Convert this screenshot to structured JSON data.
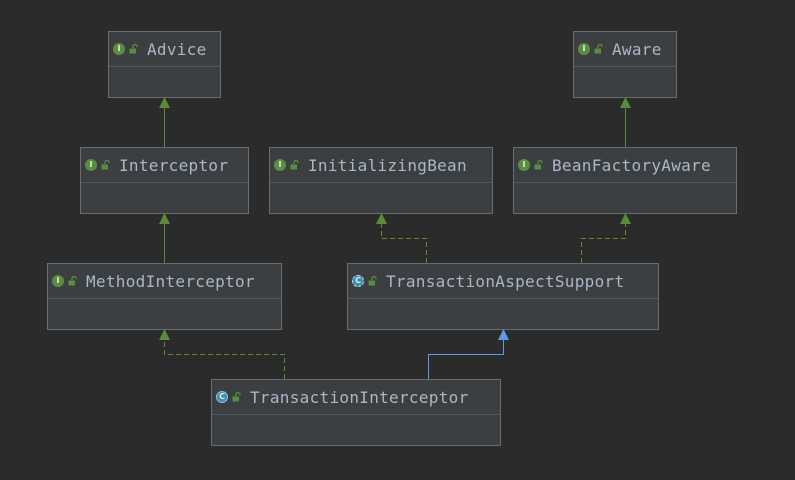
{
  "colors": {
    "background": "#2b2b2b",
    "node_fill": "#3c3f41",
    "node_border": "#6a6d70",
    "text": "#a9b7c6",
    "interface_edge": "#5a8a3a",
    "class_edge": "#5c9ce6",
    "interface_icon": "#5b8d3f",
    "class_icon": "#3d8eb0"
  },
  "nodes": {
    "advice": {
      "name": "Advice",
      "kind": "interface",
      "icon_letter": "I",
      "icon": "interface-icon"
    },
    "aware": {
      "name": "Aware",
      "kind": "interface",
      "icon_letter": "I",
      "icon": "interface-icon"
    },
    "interceptor": {
      "name": "Interceptor",
      "kind": "interface",
      "icon_letter": "I",
      "icon": "interface-icon"
    },
    "initializing_bean": {
      "name": "InitializingBean",
      "kind": "interface",
      "icon_letter": "I",
      "icon": "interface-icon"
    },
    "bean_factory_aware": {
      "name": "BeanFactoryAware",
      "kind": "interface",
      "icon_letter": "I",
      "icon": "interface-icon"
    },
    "method_interceptor": {
      "name": "MethodInterceptor",
      "kind": "interface",
      "icon_letter": "I",
      "icon": "interface-icon"
    },
    "transaction_aspect_support": {
      "name": "TransactionAspectSupport",
      "kind": "abstract-class",
      "icon_letter": "C",
      "icon": "abstract-class-icon"
    },
    "transaction_interceptor": {
      "name": "TransactionInterceptor",
      "kind": "class",
      "icon_letter": "C",
      "icon": "class-icon"
    }
  },
  "edges": [
    {
      "from": "interceptor",
      "to": "advice",
      "type": "extends",
      "style": "solid",
      "color": "#5a8a3a"
    },
    {
      "from": "bean_factory_aware",
      "to": "aware",
      "type": "extends",
      "style": "solid",
      "color": "#5a8a3a"
    },
    {
      "from": "method_interceptor",
      "to": "interceptor",
      "type": "extends",
      "style": "solid",
      "color": "#5a8a3a"
    },
    {
      "from": "transaction_aspect_support",
      "to": "initializing_bean",
      "type": "implements",
      "style": "dashed",
      "color": "#5a8a3a"
    },
    {
      "from": "transaction_aspect_support",
      "to": "bean_factory_aware",
      "type": "implements",
      "style": "dashed",
      "color": "#5a8a3a"
    },
    {
      "from": "transaction_interceptor",
      "to": "method_interceptor",
      "type": "implements",
      "style": "dashed",
      "color": "#5a8a3a"
    },
    {
      "from": "transaction_interceptor",
      "to": "transaction_aspect_support",
      "type": "extends",
      "style": "solid",
      "color": "#5c9ce6"
    }
  ]
}
